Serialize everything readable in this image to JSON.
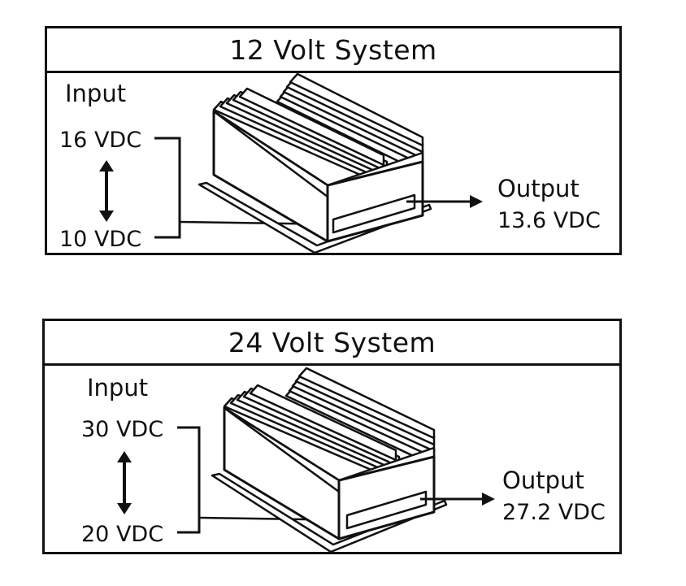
{
  "systems": [
    {
      "title": "12 Volt System",
      "input_label": "Input",
      "input_high": "16 VDC",
      "input_low": "10 VDC",
      "output_label": "Output",
      "output_value": "13.6 VDC"
    },
    {
      "title": "24 Volt System",
      "input_label": "Input",
      "input_high": "30 VDC",
      "input_low": "20 VDC",
      "output_label": "Output",
      "output_value": "27.2 VDC"
    }
  ]
}
